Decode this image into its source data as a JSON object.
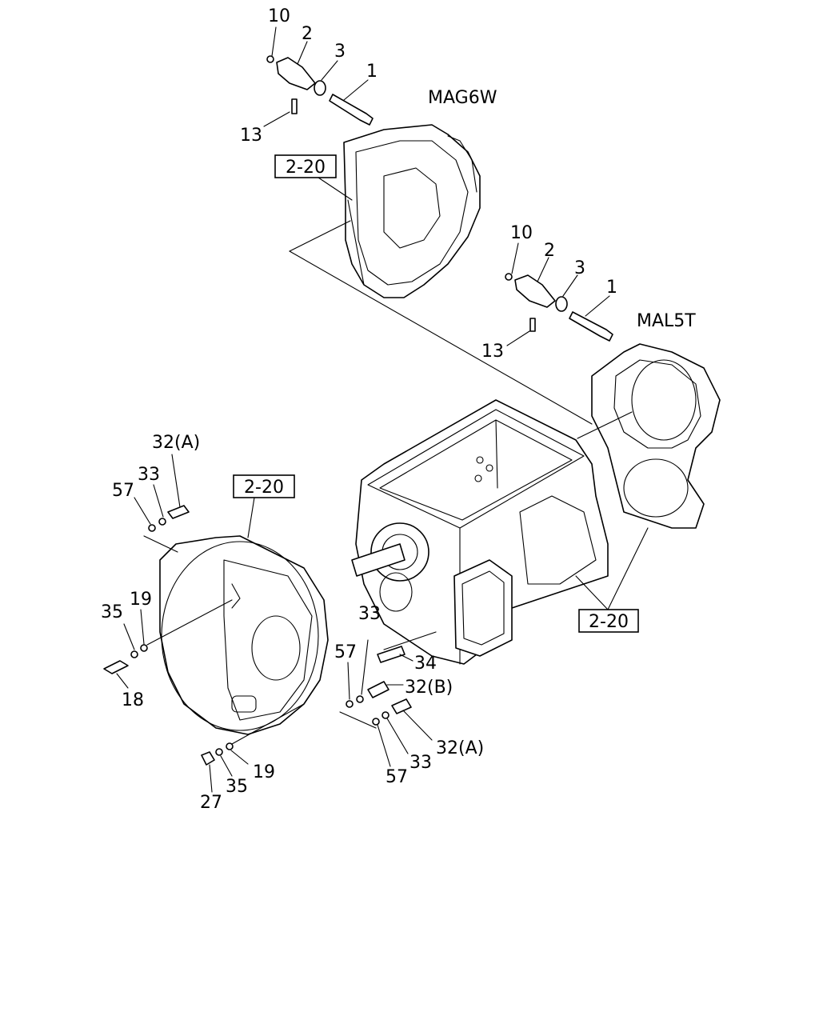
{
  "models": {
    "upper": "MAG6W",
    "lower": "MAL5T"
  },
  "refs": {
    "ref_upper": "2-20",
    "ref_left": "2-20",
    "ref_right": "2-20"
  },
  "labels": {
    "u10": "10",
    "u2": "2",
    "u3": "3",
    "u1": "1",
    "u13": "13",
    "m10": "10",
    "m2": "2",
    "m3": "3",
    "m1": "1",
    "m13": "13",
    "l32a": "32(A)",
    "l33": "33",
    "l57": "57",
    "l35": "35",
    "l19": "19",
    "l18": "18",
    "b27": "27",
    "b35": "35",
    "b19": "19",
    "c57": "57",
    "c33": "33",
    "c34": "34",
    "c32b": "32(B)",
    "d32a": "32(A)",
    "d33": "33",
    "d57": "57"
  }
}
